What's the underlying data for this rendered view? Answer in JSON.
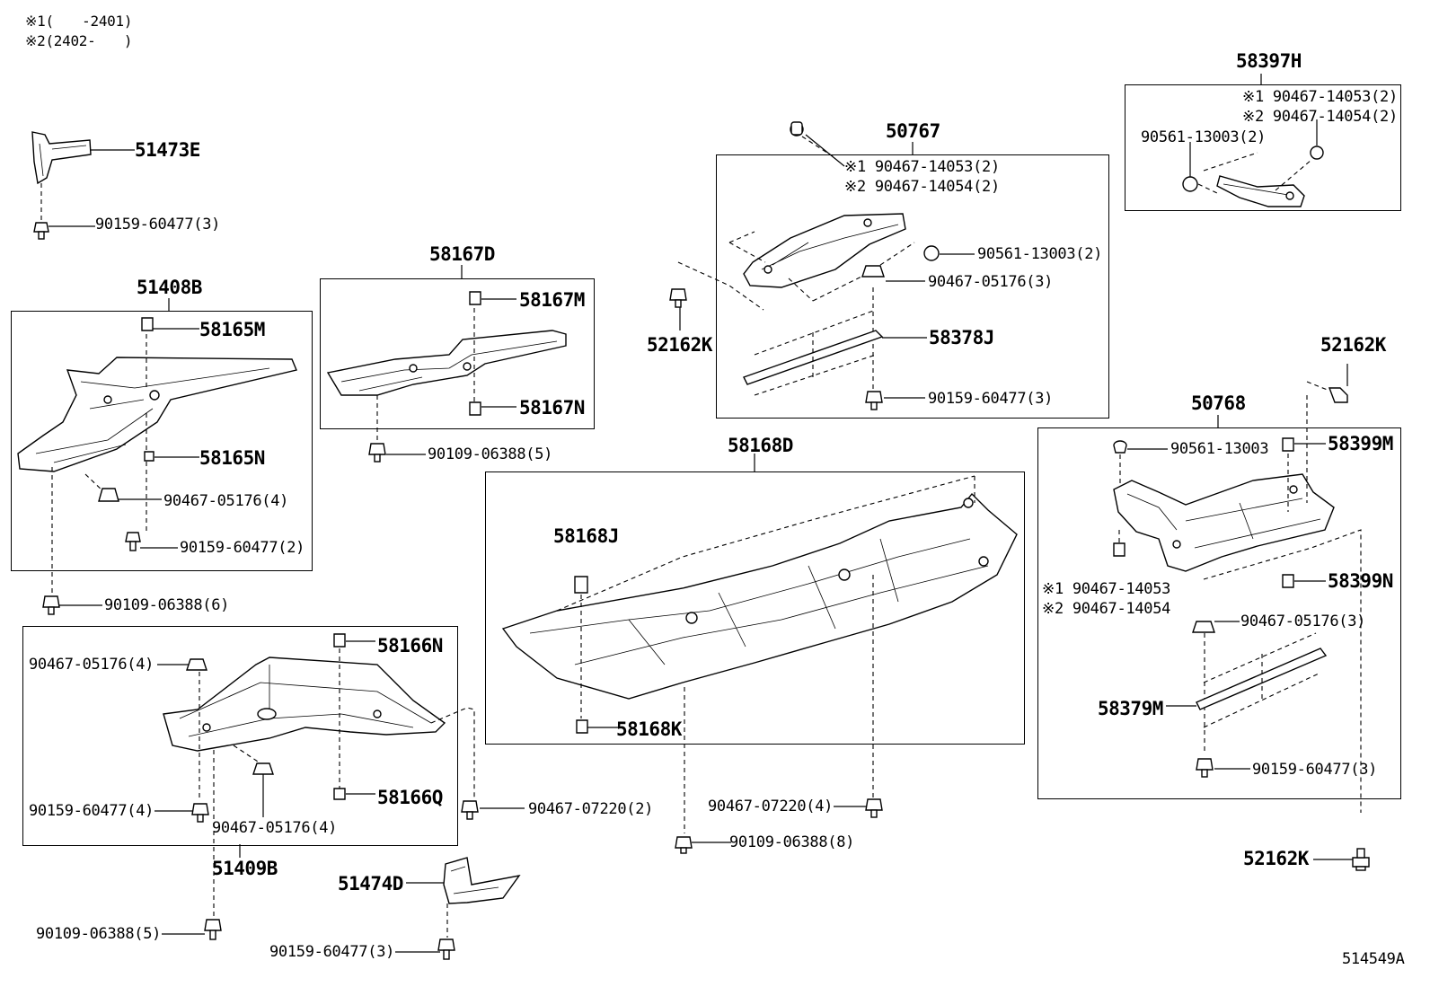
{
  "notes": {
    "n1": "※1(　　-2401)",
    "n2": "※2(2402-　　)"
  },
  "groups": {
    "g51408B": "51408B",
    "g58167D": "58167D",
    "g50767": "50767",
    "g58397H": "58397H",
    "g58168D": "58168D",
    "g50768": "50768",
    "g51409B": "51409B"
  },
  "parts": {
    "p51473E": "51473E",
    "p90159_3a": "90159-60477(3)",
    "p58165M": "58165M",
    "p58165N": "58165N",
    "p90467_4a": "90467-05176(4)",
    "p90159_2": "90159-60477(2)",
    "p90109_6": "90109-06388(6)",
    "p58167M": "58167M",
    "p58167N": "58167N",
    "p90109_5a": "90109-06388(5)",
    "p50767_1": "※1 90467-14053(2)",
    "p50767_2": "※2 90467-14054(2)",
    "p90561_2a": "90561-13003(2)",
    "p90467_3a": "90467-05176(3)",
    "p58378J": "58378J",
    "p90159_3b": "90159-60477(3)",
    "p52162K_a": "52162K",
    "p58397_1": "※1 90467-14053(2)",
    "p58397_2": "※2 90467-14054(2)",
    "p90561_2b": "90561-13003(2)",
    "p52162K_b": "52162K",
    "p90561": "90561-13003",
    "p58399M": "58399M",
    "p58399N": "58399N",
    "p50768_1": "※1 90467-14053",
    "p50768_2": "※2 90467-14054",
    "p90467_3b": "90467-05176(3)",
    "p58379M": "58379M",
    "p90159_3c": "90159-60477(3)",
    "p52162K_c": "52162K",
    "p58168J": "58168J",
    "p58168K": "58168K",
    "p90467_4c": "90467-07220(4)",
    "p90109_8": "90109-06388(8)",
    "p90467_4b": "90467-05176(4)",
    "p58166N": "58166N",
    "p90159_4": "90159-60477(4)",
    "p90467_4d": "90467-05176(4)",
    "p58166Q": "58166Q",
    "p90467_2": "90467-07220(2)",
    "p90109_5b": "90109-06388(5)",
    "p51474D": "51474D",
    "p90159_3d": "90159-60477(3)"
  },
  "figure_id": "514549A"
}
